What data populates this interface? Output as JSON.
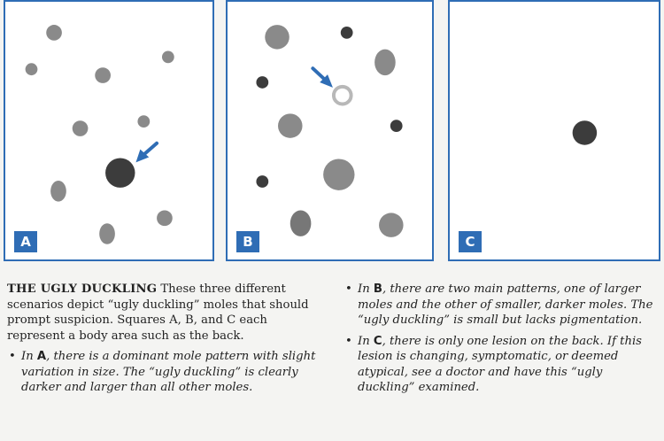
{
  "panels": [
    {
      "label": "A"
    },
    {
      "label": "B"
    },
    {
      "label": "C"
    }
  ],
  "caption": {
    "title": "THE UGLY DUCKLING",
    "body": " These three different scenarios depict “ugly duckling” moles that should prompt suspicion. Squares A, B, and C each represent a body area such as the back."
  },
  "bullets": [
    {
      "prefix": "In ",
      "letter": "A",
      "text": ", there is a dominant mole pattern with slight variation in size. The “ugly duckling” is clearly darker and larger than all other moles."
    },
    {
      "prefix": "In ",
      "letter": "B",
      "text": ", there are two main patterns, one of larger moles and the other of smaller, darker moles. The “ugly duckling” is small but lacks pigmentation."
    },
    {
      "prefix": "In ",
      "letter": "C",
      "text": ", there is only one lesion on the back. If this lesion is changing, symptomatic, or deemed atypical, see a doctor and have this “ugly duckling” examined."
    }
  ],
  "colors": {
    "border": "#2f6db5",
    "arrow": "#2f6db5",
    "mole_light": "#8a8a8a",
    "mole_dark": "#3c3c3c"
  }
}
